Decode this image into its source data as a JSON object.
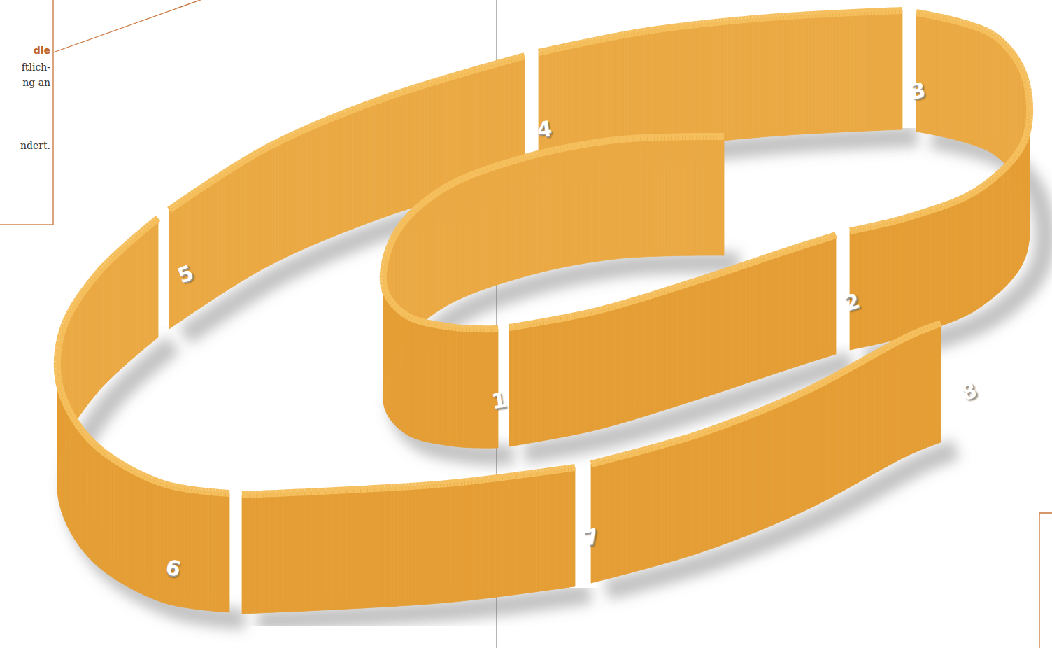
{
  "diagram": {
    "nodes": [
      {
        "text": [
          "1"
        ]
      },
      {
        "text": [
          "2"
        ]
      },
      {
        "text": [
          "3"
        ]
      },
      {
        "text": [
          "4"
        ]
      },
      {
        "text": [
          "5"
        ]
      },
      {
        "text": [
          "6"
        ]
      },
      {
        "text": [
          "7"
        ]
      },
      {
        "text": [
          "8"
        ]
      }
    ],
    "labels": [
      "die",
      "ftlich-",
      "ng an",
      "ndert."
    ]
  }
}
